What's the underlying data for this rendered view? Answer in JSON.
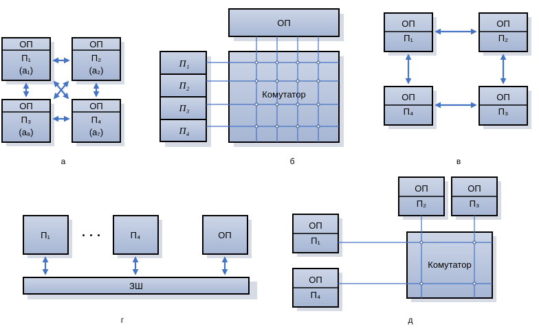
{
  "labels": {
    "op": "ОП",
    "commutator": "Комутатор",
    "bus": "ЗШ",
    "dots": "· · ·"
  },
  "processors": {
    "p1": "П1",
    "p2": "П2",
    "p3": "П3",
    "p4": "П4"
  },
  "processors_italic": {
    "p1": "П1",
    "p2": "П2",
    "p3": "П3",
    "p4": "П4"
  },
  "params": {
    "a1": "(a1)",
    "a2": "(a2)",
    "a8": "(a8)",
    "a7": "(a7)"
  },
  "captions": {
    "a": "а",
    "b": "б",
    "v": "в",
    "g": "г",
    "d": "д"
  },
  "colors": {
    "box_fill_top": "#c8d2e4",
    "box_fill_bottom": "#a3b4d3",
    "wire": "#4472c4"
  }
}
